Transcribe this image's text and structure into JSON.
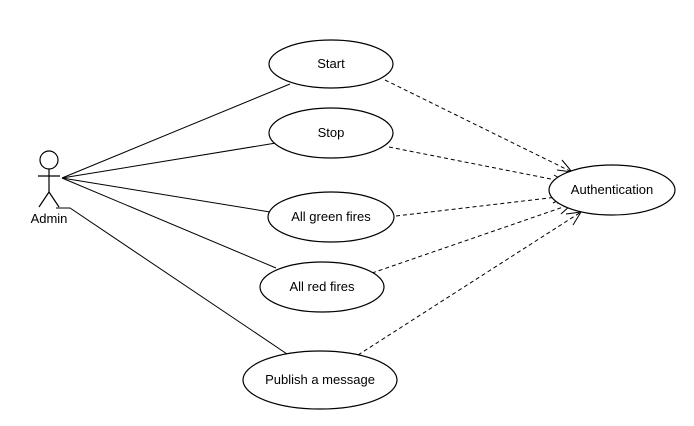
{
  "actor": {
    "name": "Admin"
  },
  "use_cases": [
    {
      "id": "start",
      "label": "Start"
    },
    {
      "id": "stop",
      "label": "Stop"
    },
    {
      "id": "green",
      "label": "All green fires"
    },
    {
      "id": "red",
      "label": "All red fires"
    },
    {
      "id": "publish",
      "label": "Publish a message"
    }
  ],
  "target_use_case": {
    "id": "auth",
    "label": "Authentication"
  }
}
